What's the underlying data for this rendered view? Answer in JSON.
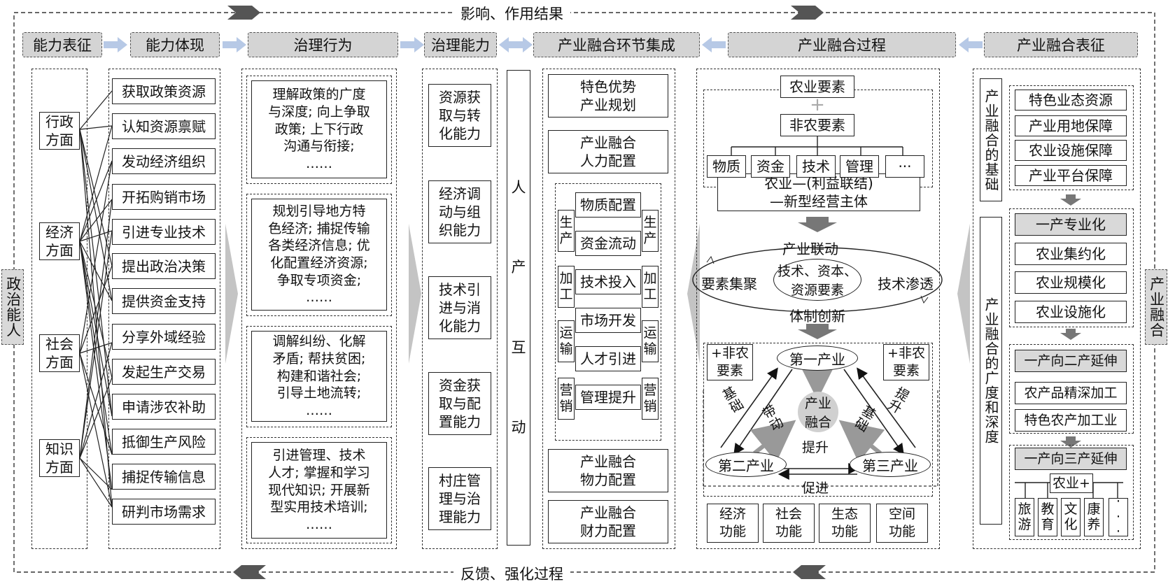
{
  "top_bar": "影响、作用结果",
  "bottom_bar": "反馈、强化过程",
  "left_side": "政治能人",
  "right_side": "产业融合",
  "headers": [
    "能力表征",
    "能力体现",
    "治理行为",
    "治理能力",
    "产业融合环节集成",
    "产业融合过程",
    "产业融合表征"
  ],
  "ability_aspects": [
    "行政\n方面",
    "经济\n方面",
    "社会\n方面",
    "知识\n方面"
  ],
  "ability_items": [
    "获取政策资源",
    "认知资源禀赋",
    "发动经济组织",
    "开拓购销市场",
    "引进专业技术",
    "提出政治决策",
    "提供资金支持",
    "分享外域经验",
    "发起生产交易",
    "申请涉农补助",
    "抵御生产风险",
    "捕捉传输信息",
    "研判市场需求"
  ],
  "governance_behaviors": [
    "理解政策的广度\n与深度; 向上争取\n政策; 上下行政\n沟通与衔接;\n……",
    "规划引导地方特\n色经济; 捕捉传输\n各类经济信息; 优\n化配置经济资源;\n争取专项资金;\n……",
    "调解纠纷、化解\n矛盾; 帮扶贫困;\n构建和谐社会;\n引导土地流转;\n……",
    "引进管理、技术\n人才; 掌握和学习\n现代知识; 开展新\n型实用技术培训;\n……"
  ],
  "governance_capacities": [
    "资源获\n取与转\n化能力",
    "经济调\n动与组\n织能力",
    "技术引\n进与消\n化能力",
    "资金获\n取与配\n置能力",
    "村庄管\n理与治\n理能力"
  ],
  "interaction": [
    "人",
    "产",
    "互",
    "动"
  ],
  "integration": {
    "top": [
      "特色优势\n产业规划",
      "产业融合\n人力配置"
    ],
    "inner": [
      "物质配置",
      "资金流动",
      "技术投入",
      "市场开发",
      "人才引进",
      "管理提升"
    ],
    "side_left": [
      "生\n产",
      "加\n工",
      "运\n输",
      "营\n销"
    ],
    "side_right": [
      "生\n产",
      "加\n工",
      "运\n输",
      "营\n销"
    ],
    "bottom": [
      "产业融合\n物力配置",
      "产业融合\n财力配置"
    ]
  },
  "process": {
    "agri_factor": "农业要素",
    "plus": "+",
    "non_agri_factor": "非农要素",
    "factors": [
      "物质",
      "资金",
      "技术",
      "管理",
      "···"
    ],
    "subject": "农业—(利益联结)\n—新型经营主体",
    "linkage": "产业联动",
    "gather": "要素集聚",
    "penetrate": "技术渗透",
    "center": "技术、资本、\n资源要素",
    "innovation": "体制创新",
    "plus_left": "+非农\n要素",
    "plus_right": "+非农\n要素",
    "first": "第一产业",
    "second": "第二产业",
    "third": "第三产业",
    "fusion": "产业\n融合",
    "base_l": "基础",
    "drive": "带动",
    "base_r": "基础",
    "lift_r": "提升",
    "lift": "提升",
    "promote": "促进",
    "functions": [
      "经济\n功能",
      "社会\n功能",
      "生态\n功能",
      "空间\n功能"
    ]
  },
  "representation": {
    "basis_label": "产业融合的基础",
    "basis_items": [
      "特色业态资源",
      "产业用地保障",
      "农业设施保障",
      "产业平台保障"
    ],
    "depth_label": "产业融合的广度和深度",
    "primary_items": [
      "一产专业化",
      "农业集约化",
      "农业规模化",
      "农业设施化"
    ],
    "secondary_items": [
      "一产向二产延伸",
      "农产品精深加工",
      "特色农产加工业"
    ],
    "tertiary_head": "一产向三产延伸",
    "agri_plus": "农业+",
    "tertiary_items": [
      "旅\n游",
      "教\n育",
      "文\n化",
      "康\n养",
      "·\n·\n·"
    ]
  }
}
